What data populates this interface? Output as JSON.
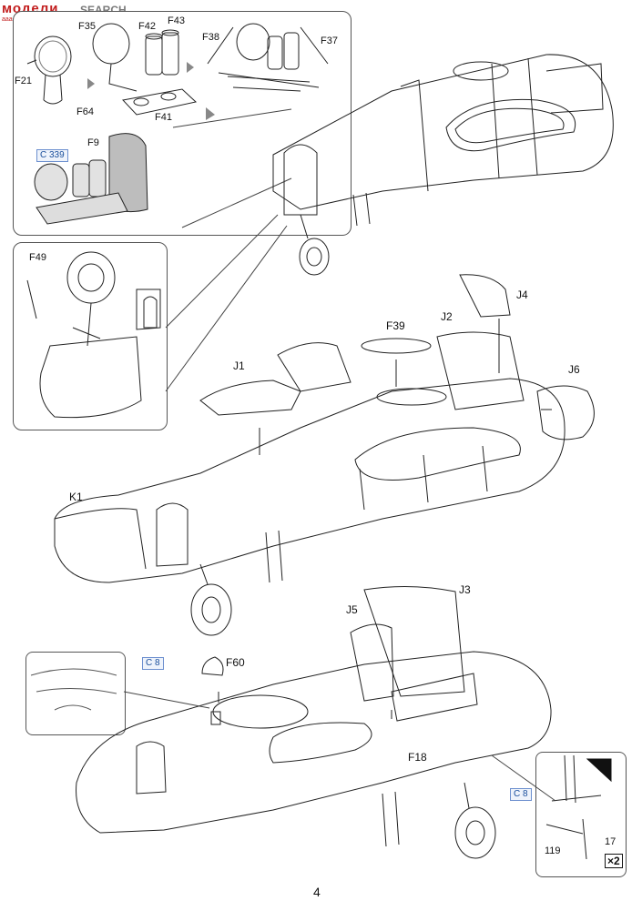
{
  "watermark": {
    "brand": "модели",
    "search": "SEARCH",
    "site": "aaa-shou.com"
  },
  "labels": {
    "f35": "F35",
    "f42": "F42",
    "f43": "F43",
    "f38": "F38",
    "f37": "F37",
    "f21": "F21",
    "f64": "F64",
    "f41": "F41",
    "f9": "F9",
    "f49": "F49",
    "f39": "F39",
    "j2": "J2",
    "j4": "J4",
    "j1": "J1",
    "j6": "J6",
    "k1": "K1",
    "j3": "J3",
    "j5": "J5",
    "f60": "F60",
    "f18": "F18",
    "i19": "119",
    "i17": "17",
    "x2": "×2"
  },
  "paint_refs": {
    "c339": "C 339",
    "c8a": "C  8",
    "c8b": "C  8"
  },
  "page_number": "4"
}
